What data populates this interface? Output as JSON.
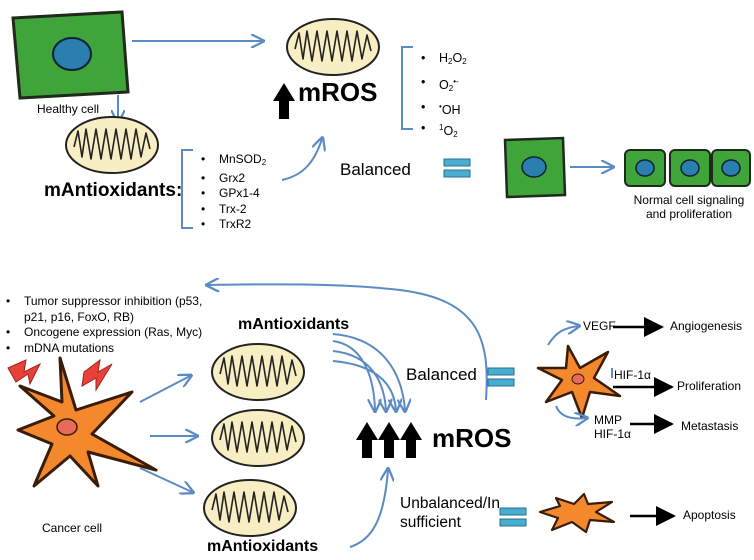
{
  "top": {
    "healthy_cell_label": "Healthy cell",
    "mros_label": "mROS",
    "ros_species": [
      {
        "base": "H",
        "sub": "2",
        "base2": "O",
        "sub2": "2",
        "sup": ""
      },
      {
        "base": "O",
        "sub": "2",
        "base2": "",
        "sub2": "",
        "sup": "•-"
      },
      {
        "pre": "•",
        "base": "OH"
      },
      {
        "pre": "1",
        "base": "O",
        "sub": "2"
      }
    ],
    "mantioxidants_label": "mAntioxidants:",
    "antioxidants": [
      "MnSOD",
      "Grx2",
      "GPx1-4",
      "Trx-2",
      "TrxR2"
    ],
    "antioxidant_subscript": "2",
    "balanced_label": "Balanced",
    "outcome_label_line1": "Normal cell signaling",
    "outcome_label_line2": "and proliferation"
  },
  "bottom": {
    "cancer_factors": [
      "Tumor suppressor inhibition (p53,",
      "p21, p16, FoxO, RB)",
      "Oncogene expression (Ras, Myc)",
      "mDNA mutations"
    ],
    "mantioxidants_top_label": "mAntioxidants",
    "mantioxidants_bottom_label": "mAntioxidants",
    "mros_label": "mROS",
    "balanced_label": "Balanced",
    "unbalanced_label_line1": "Unbalanced/In",
    "unbalanced_label_line2": "sufficient",
    "cancer_cell_label": "Cancer cell",
    "vegf_label": "VEGF",
    "angiogenesis_label": "Angiogenesis",
    "hif_label": "HIF-1α",
    "proliferation_label": "Proliferation",
    "mmp_label": "MMP",
    "hif2_label": "HIF-1α",
    "metastasis_label": "Metastasis",
    "apoptosis_label": "Apoptosis"
  },
  "colors": {
    "cell_green": "#3fa43a",
    "nucleus_blue": "#2a7fae",
    "mito_fill": "#f7efc3",
    "cancer_orange": "#f3892c",
    "arrow_blue": "#5b8bc4",
    "lightning_red": "#e8403a",
    "equals_teal": "#47aed0"
  }
}
